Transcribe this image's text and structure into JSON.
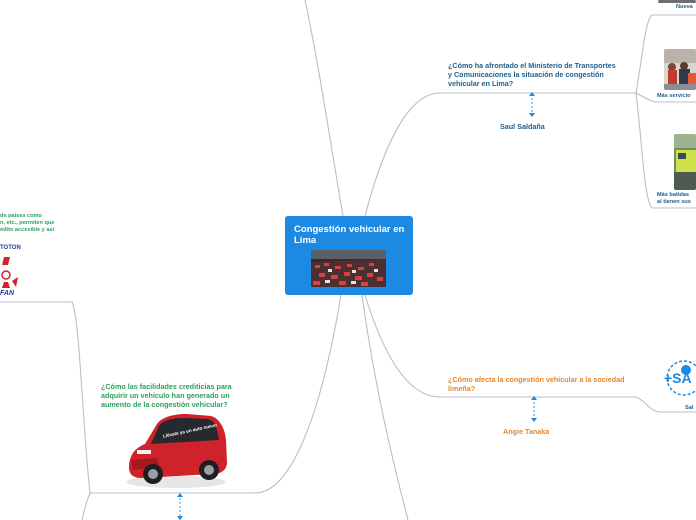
{
  "central": {
    "title": "Congestión vehicular en Lima"
  },
  "branches": {
    "ministerio": {
      "question": "¿Cómo ha afrontado el Ministerio de Transportes y Comunicaciones la situación de congestión vehicular en Lima?",
      "author": "Saul Saldaña",
      "subtopics": [
        "Nueva",
        "Más servicio",
        "Más batidas",
        "al tienen sus"
      ]
    },
    "sociedad": {
      "question": "¿Cómo afecta la congestión vehicular a la sociedad limeña?",
      "author": "Angie Tanaka",
      "subtopic": "Sal",
      "logo_text": "+SA"
    },
    "crediticias": {
      "question": "¿Cómo las facilidades crediticias para adquirir un vehículo han generado un aumento de la congestión vehicular?",
      "car_banner": "Llévate ya un auto nuevo"
    },
    "paises": {
      "text_lines": [
        "de países como",
        "n, etc., permiten que",
        "édito accesible y así"
      ],
      "brands": [
        "TOTON",
        "FAN"
      ]
    }
  },
  "colors": {
    "central_bg": "#1c8ae3",
    "link": "#b8bfc7",
    "blue_text": "#1f5e8c",
    "orange_text": "#e5872c",
    "green_text": "#2ca05a"
  }
}
